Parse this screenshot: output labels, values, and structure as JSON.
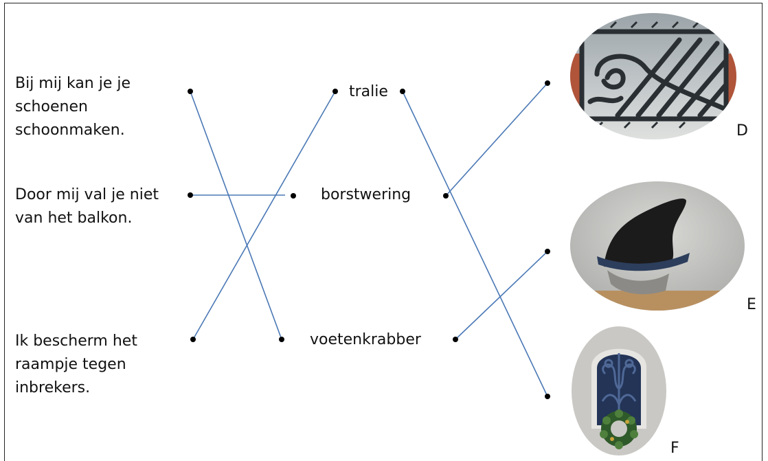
{
  "sentences": [
    {
      "lines": [
        "Bij mij kan je je",
        "schoenen",
        "schoonmaken."
      ]
    },
    {
      "lines": [
        "Door mij val je niet",
        "van het balkon."
      ]
    },
    {
      "lines": [
        "Ik bescherm het",
        "raampje tegen",
        "inbrekers."
      ]
    }
  ],
  "words": [
    "tralie",
    "borstwering",
    "voetenkrabber"
  ],
  "pictures": [
    {
      "letter": "D",
      "subject": "iron-railing-photo"
    },
    {
      "letter": "E",
      "subject": "foot-scraper-photo"
    },
    {
      "letter": "F",
      "subject": "barred-window-photo"
    }
  ],
  "colors": {
    "connector_line": "#4a78b5",
    "dot": "#000000",
    "text": "#111111"
  }
}
